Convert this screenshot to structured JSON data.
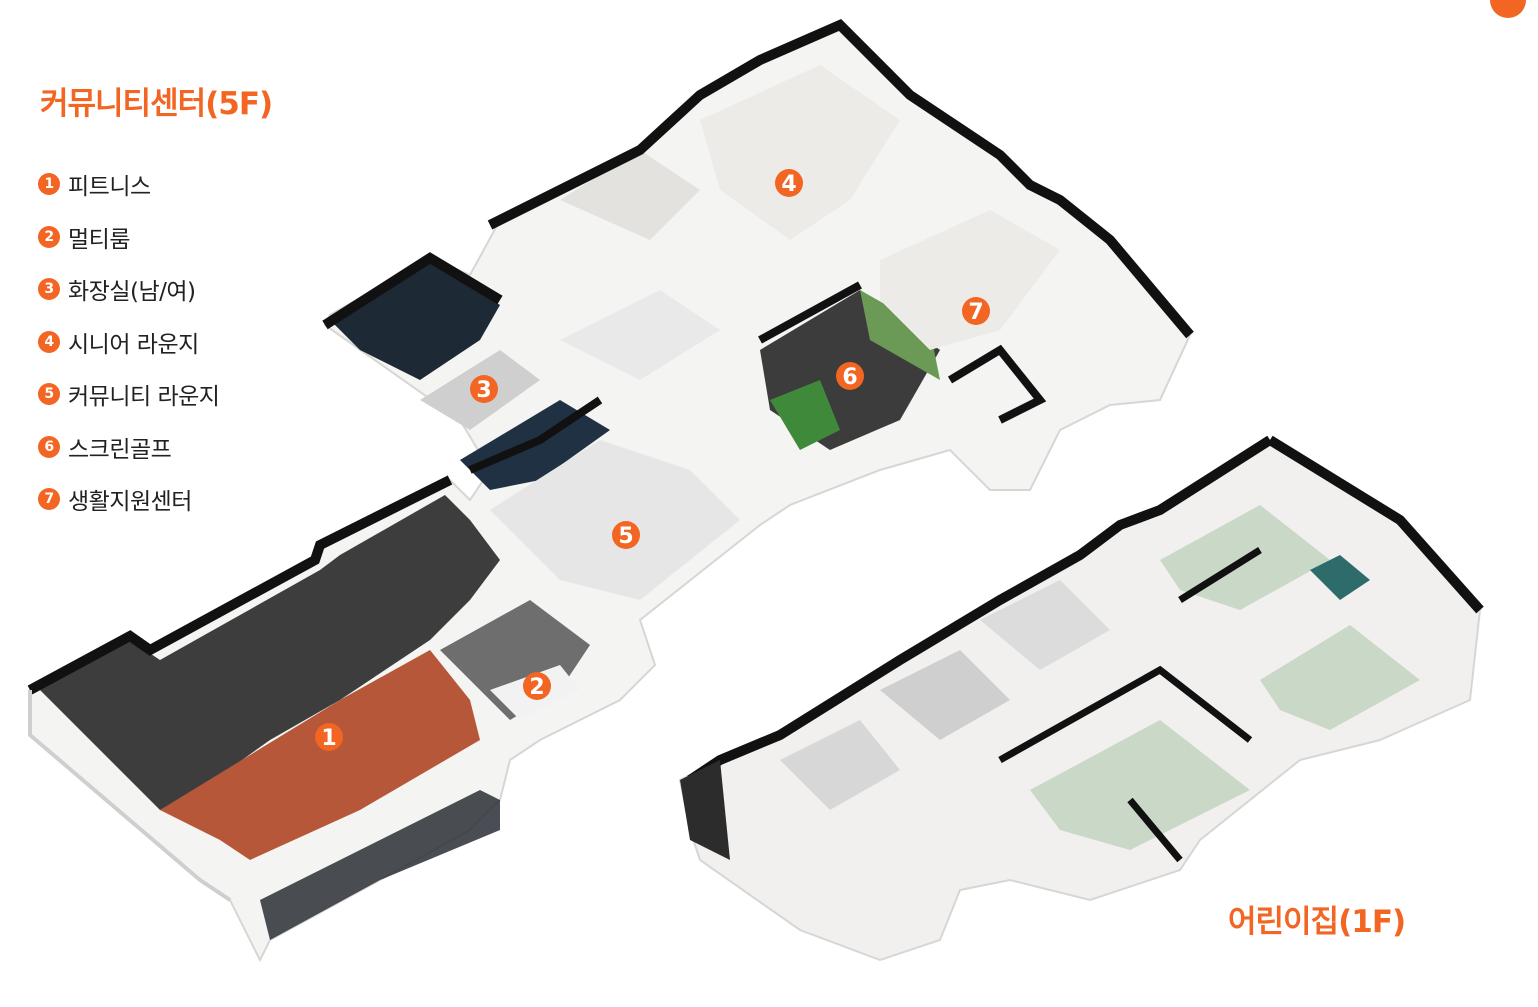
{
  "community_center": {
    "title": "커뮤니티센터(5F)",
    "legend": [
      {
        "num": "1",
        "label": "피트니스"
      },
      {
        "num": "2",
        "label": "멀티룸"
      },
      {
        "num": "3",
        "label": "화장실(남/여)"
      },
      {
        "num": "4",
        "label": "시니어 라운지"
      },
      {
        "num": "5",
        "label": "커뮤니티 라운지"
      },
      {
        "num": "6",
        "label": "스크린골프"
      },
      {
        "num": "7",
        "label": "생활지원센터"
      }
    ]
  },
  "daycare": {
    "title": "어린이집(1F)"
  },
  "colors": {
    "accent": "#f26522",
    "wall": "#111111",
    "floor_light": "#ecebe8",
    "floor_gym": "#b6573a",
    "floor_dark": "#3a3a3a",
    "glass": "#2f4a63",
    "floor_green": "#c9d8c7"
  }
}
